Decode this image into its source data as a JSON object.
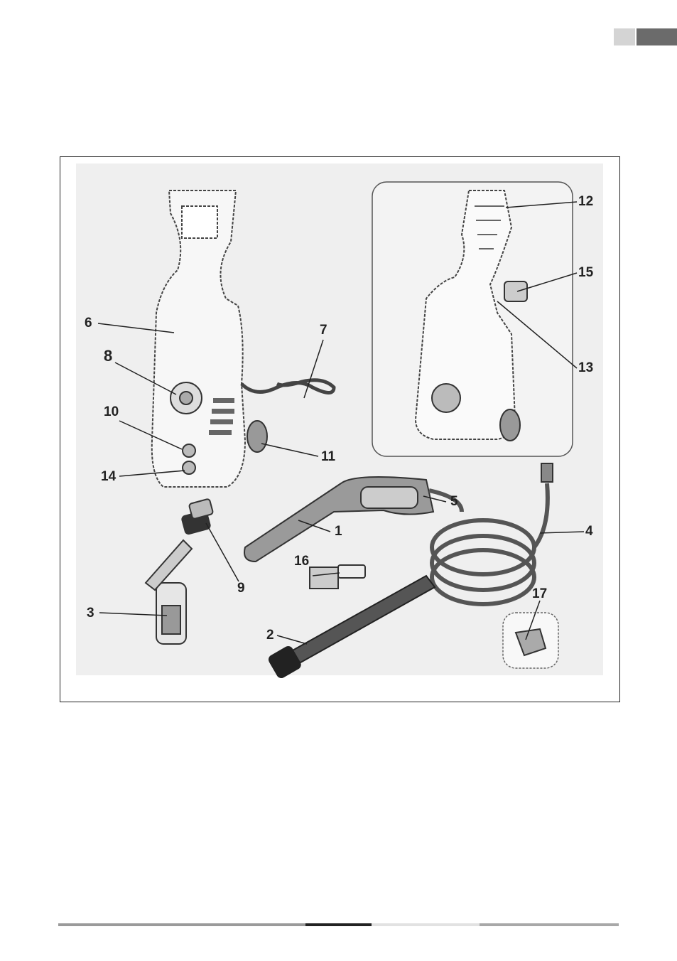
{
  "page_tabs": {
    "light_color": "#d4d4d4",
    "dark_color": "#6b6b6b"
  },
  "figure": {
    "callouts": [
      "1",
      "2",
      "3",
      "4",
      "5",
      "6",
      "7",
      "8",
      "9",
      "10",
      "11",
      "12",
      "13",
      "14",
      "15",
      "16",
      "17"
    ]
  },
  "footer_colors": [
    "#9a9a9a",
    "#222222",
    "#e2e2e2",
    "#a8a8a8"
  ]
}
